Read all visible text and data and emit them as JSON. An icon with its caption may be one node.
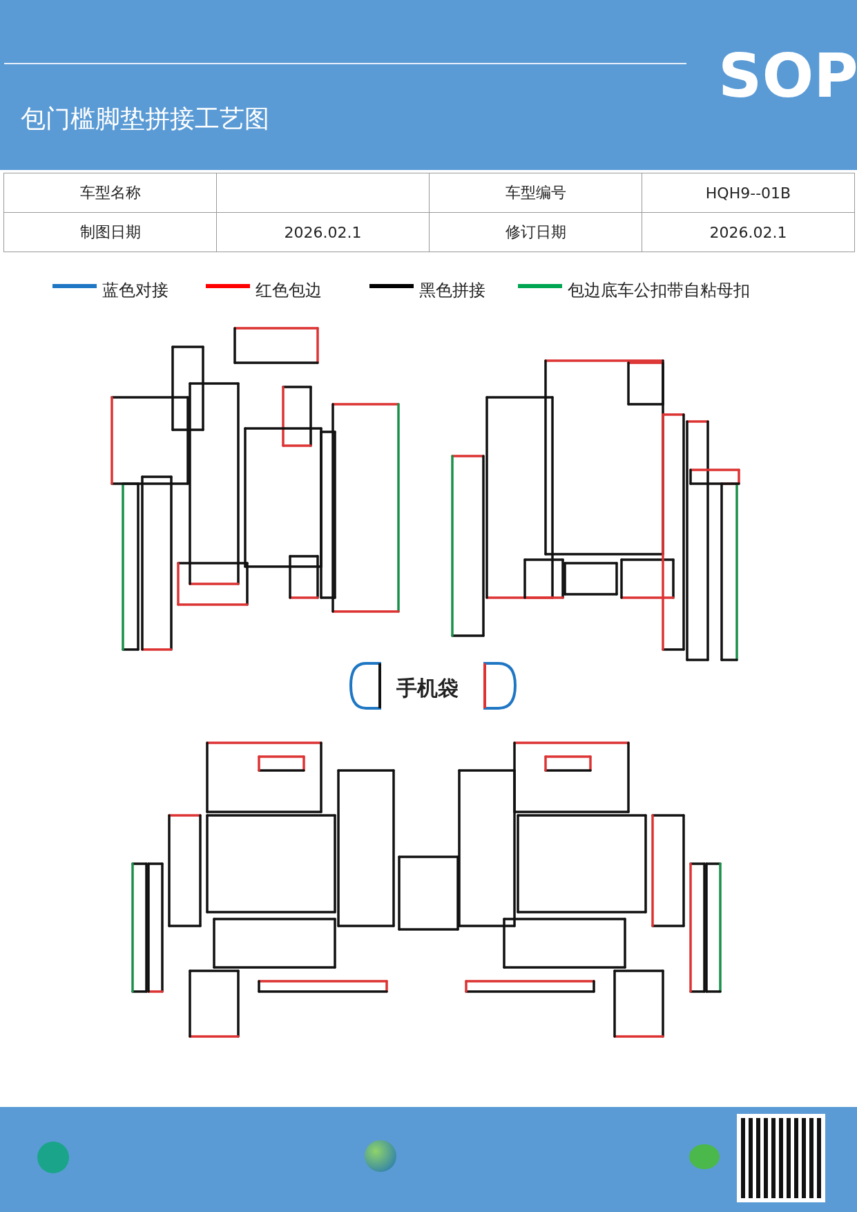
{
  "diagram": {
    "title": "包门槛脚垫拼接工艺图",
    "labels": [
      "SOP",
      "车型名称",
      "车型编号",
      "HQH9--01B",
      "制图日期",
      "2026.02.1",
      "修订日期",
      "2026.02.1",
      "手机袋"
    ],
    "legend": [
      {
        "text": "蓝色对接",
        "color": "#1f77c4"
      },
      {
        "text": "红色包边",
        "color": "#ff0000"
      },
      {
        "text": "黑色拼接",
        "color": "#000000"
      },
      {
        "text": "包边底车公扣带自粘母扣",
        "color": "#00a651"
      }
    ]
  }
}
